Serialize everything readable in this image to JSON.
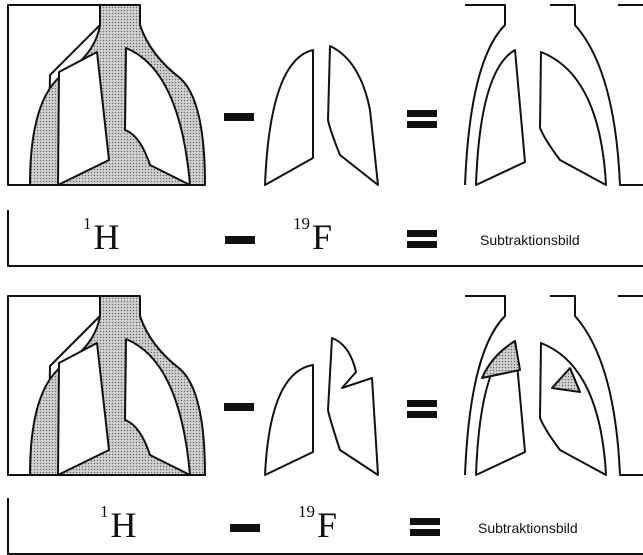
{
  "rows": [
    {
      "equation": {
        "term1_mass": "1",
        "term1_symbol": "H",
        "term2_mass": "19",
        "term2_symbol": "F",
        "result": "Subtraktionsbild"
      }
    },
    {
      "equation": {
        "term1_mass": "1",
        "term1_symbol": "H",
        "term2_mass": "19",
        "term2_symbol": "F",
        "result": "Subtraktionsbild"
      }
    }
  ],
  "colors": {
    "ink": "#111111",
    "stipple": "#9a9a9a",
    "stipple_bg": "#d0d0d0"
  }
}
